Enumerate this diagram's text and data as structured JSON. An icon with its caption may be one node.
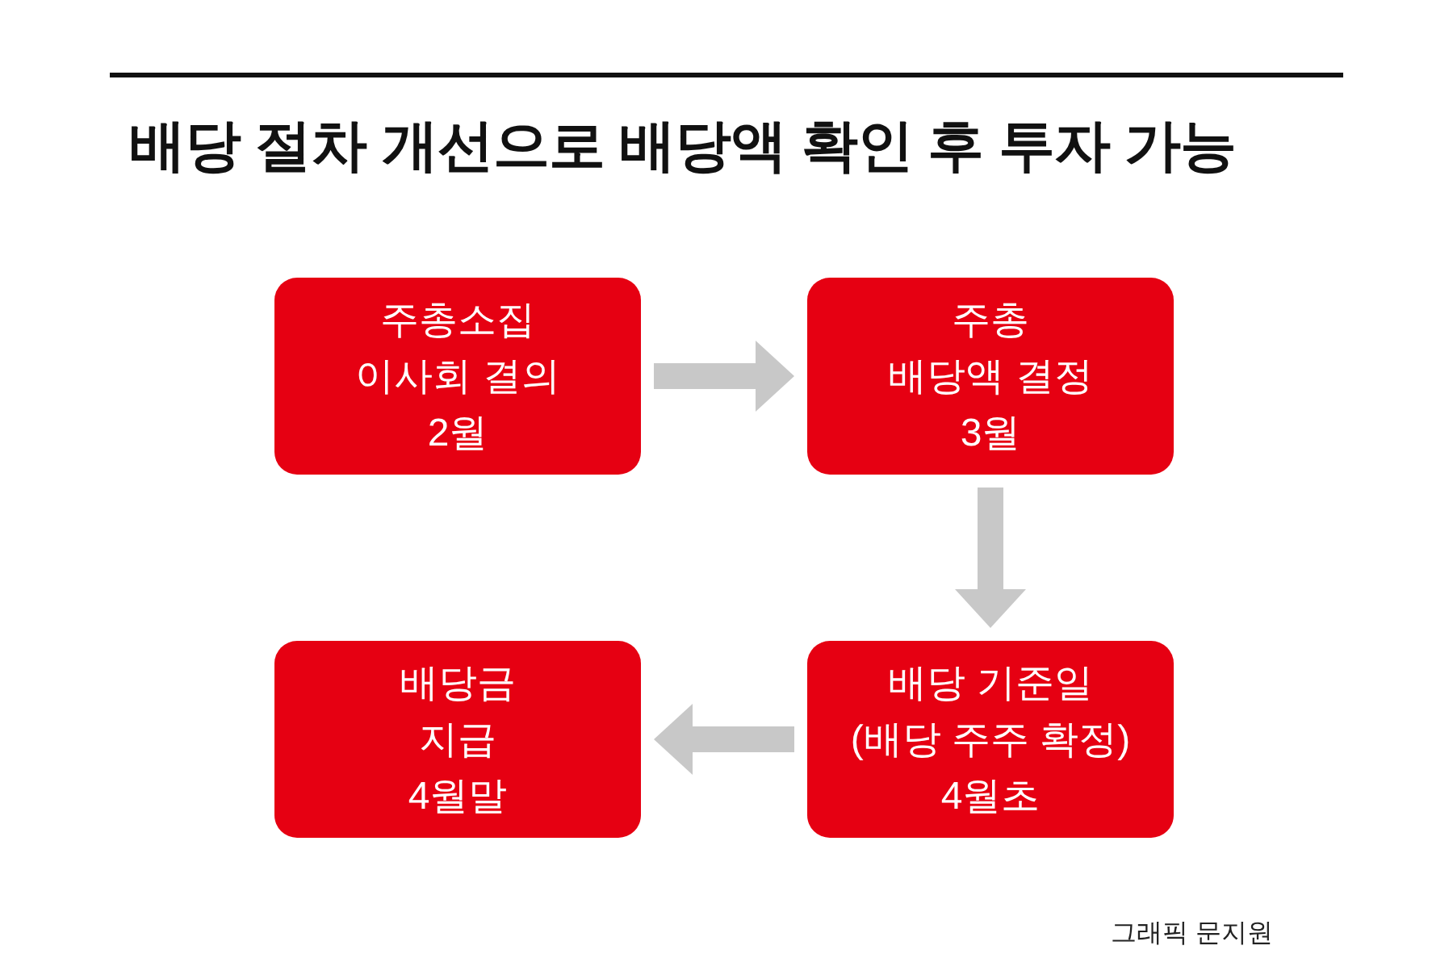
{
  "diagram": {
    "title": "배당 절차 개선으로 배당액 확인 후 투자 가능",
    "nodes": [
      {
        "text": [
          "주총소집 이사회 결의",
          "2월"
        ]
      },
      {
        "text": [
          "주총 배당액 결정",
          "3월"
        ]
      },
      {
        "text": [
          "배당 기준일 (배당 주주 확정)",
          "4월초"
        ]
      },
      {
        "text": [
          "배당금 지급",
          "4월말"
        ]
      }
    ],
    "edges": [
      {
        "from": 0,
        "to": 1,
        "arrow": "to"
      },
      {
        "from": 1,
        "to": 2,
        "arrow": "to"
      },
      {
        "from": 2,
        "to": 3,
        "arrow": "to"
      }
    ],
    "labels": [
      "그래픽 문지원"
    ]
  }
}
